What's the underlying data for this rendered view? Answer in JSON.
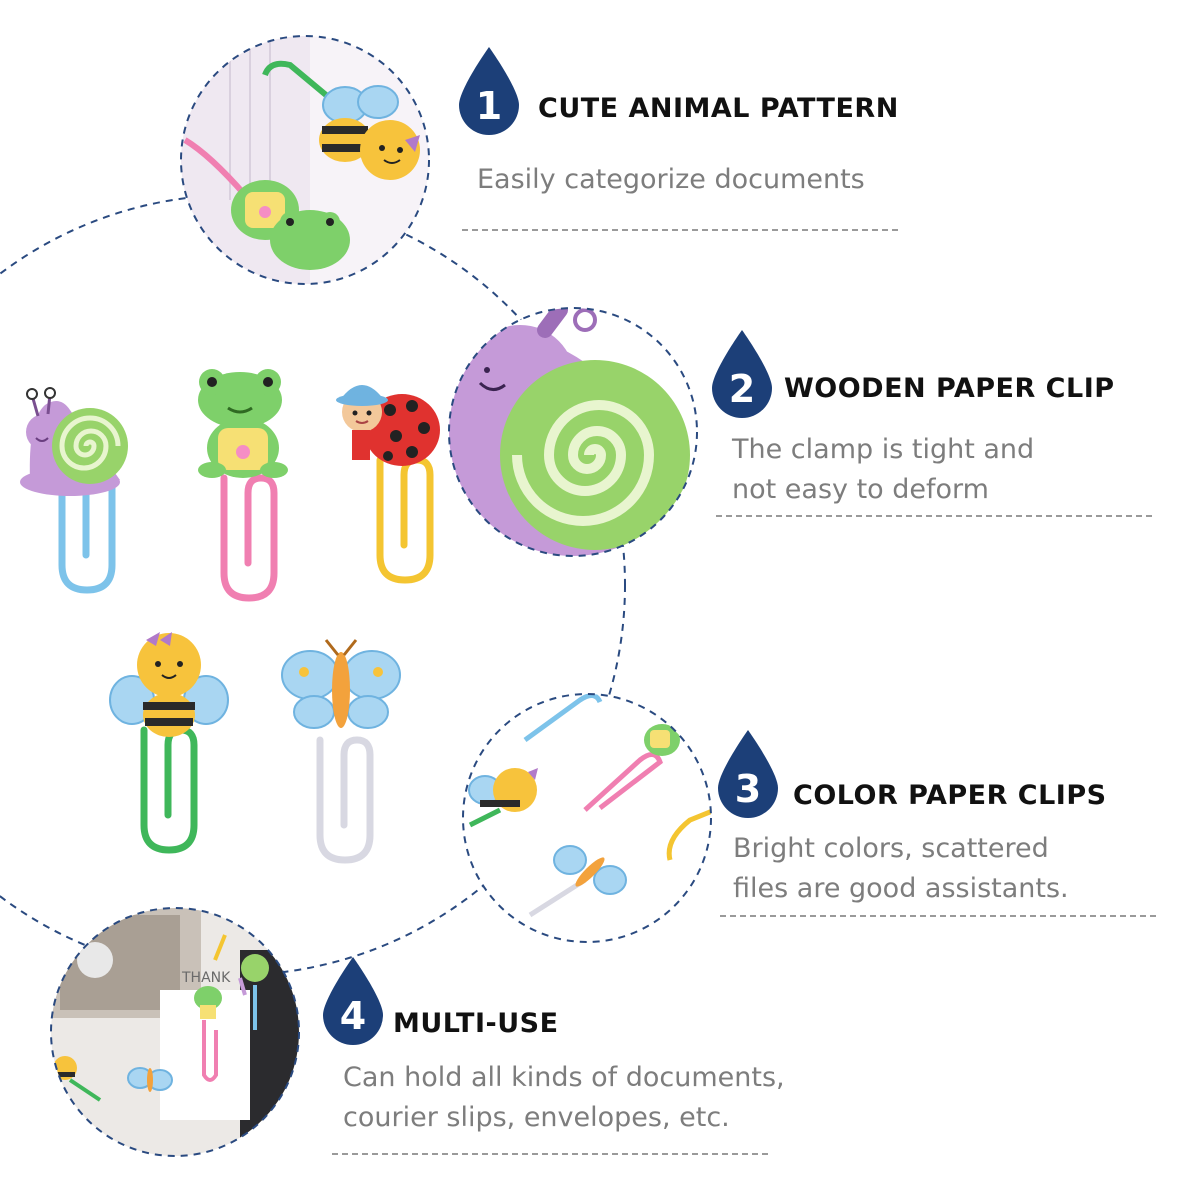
{
  "colors": {
    "accent_drop": "#1c3f78",
    "circle_dash": "#2a4a80",
    "title_text": "#111111",
    "desc_text": "#7d7d7d"
  },
  "features": [
    {
      "number": "1",
      "title": "CUTE ANIMAL PATTERN",
      "lines": [
        "Easily categorize documents"
      ]
    },
    {
      "number": "2",
      "title": "WOODEN PAPER CLIP",
      "lines": [
        "The clamp is tight and",
        "not easy to deform"
      ]
    },
    {
      "number": "3",
      "title": "COLOR PAPER CLIPS",
      "lines": [
        "Bright colors, scattered",
        "files are good assistants."
      ]
    },
    {
      "number": "4",
      "title": "MULTI-USE",
      "lines": [
        "Can hold all kinds of documents,",
        "courier slips, envelopes, etc."
      ]
    }
  ],
  "photo4": {
    "thank_text": "THANK"
  },
  "icons": {
    "drop": "water-drop-icon",
    "snail": "snail-clip-icon",
    "frog": "frog-clip-icon",
    "ladybug": "ladybug-clip-icon",
    "bee": "bee-clip-icon",
    "butterfly": "butterfly-clip-icon"
  }
}
